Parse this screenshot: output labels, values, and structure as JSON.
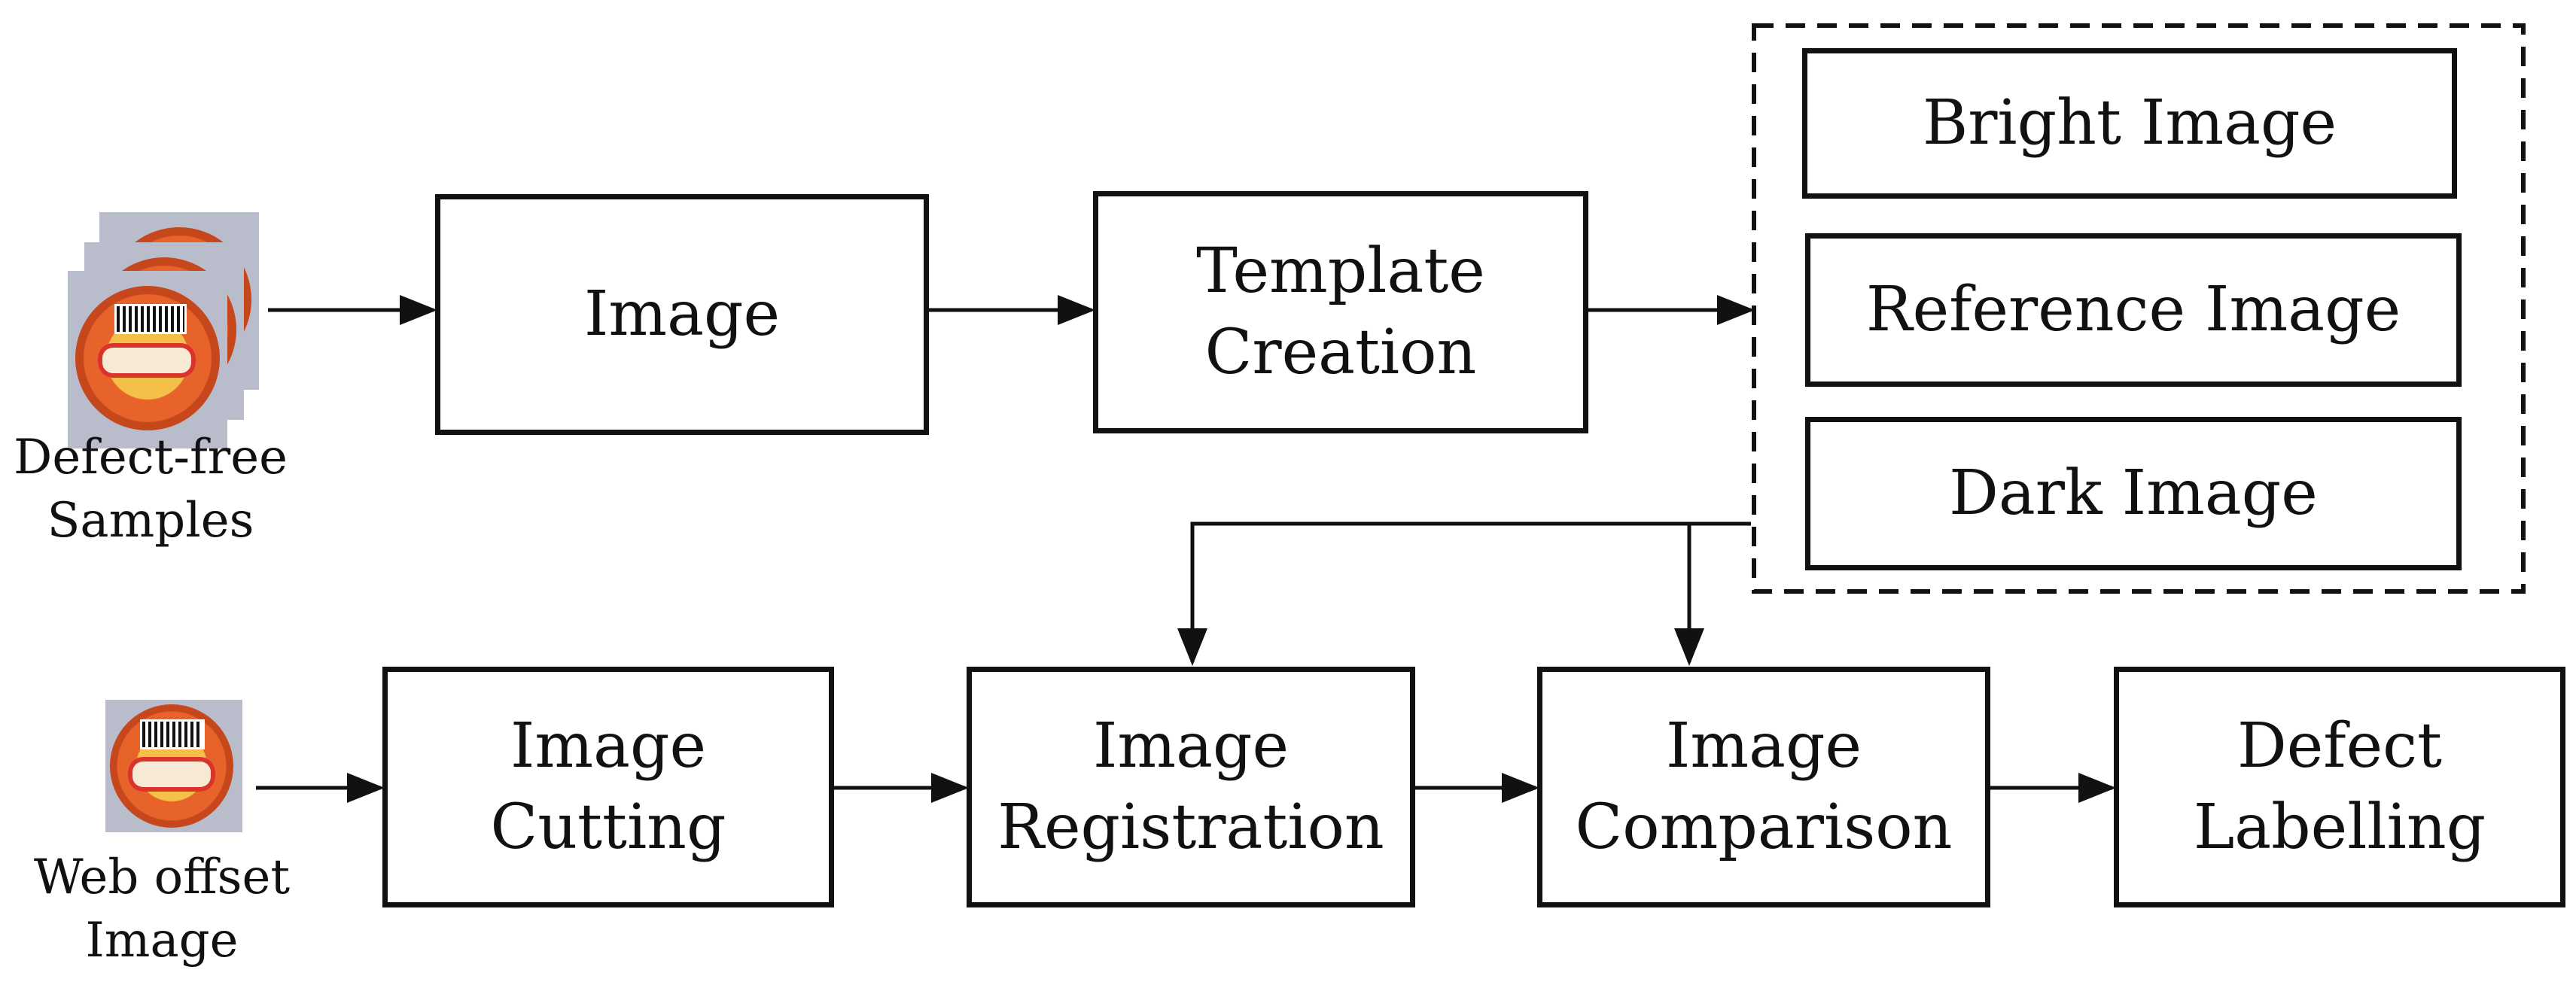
{
  "nodes": {
    "image": [
      "Image"
    ],
    "template_creation": [
      "Template",
      "Creation"
    ],
    "bright_image": [
      "Bright Image"
    ],
    "reference_image": [
      "Reference Image"
    ],
    "dark_image": [
      "Dark Image"
    ],
    "image_cutting": [
      "Image",
      "Cutting"
    ],
    "image_registration": [
      "Image",
      "Registration"
    ],
    "image_comparison": [
      "Image",
      "Comparison"
    ],
    "defect_labelling": [
      "Defect",
      "Labelling"
    ]
  },
  "captions": {
    "defect_free": [
      "Defect-free",
      "Samples"
    ],
    "web_offset": [
      "Web offset",
      "Image"
    ]
  },
  "icons": [
    "sample-image-icon",
    "arrow-icon"
  ],
  "colors": {
    "line": "#111111",
    "background": "#ffffff"
  }
}
